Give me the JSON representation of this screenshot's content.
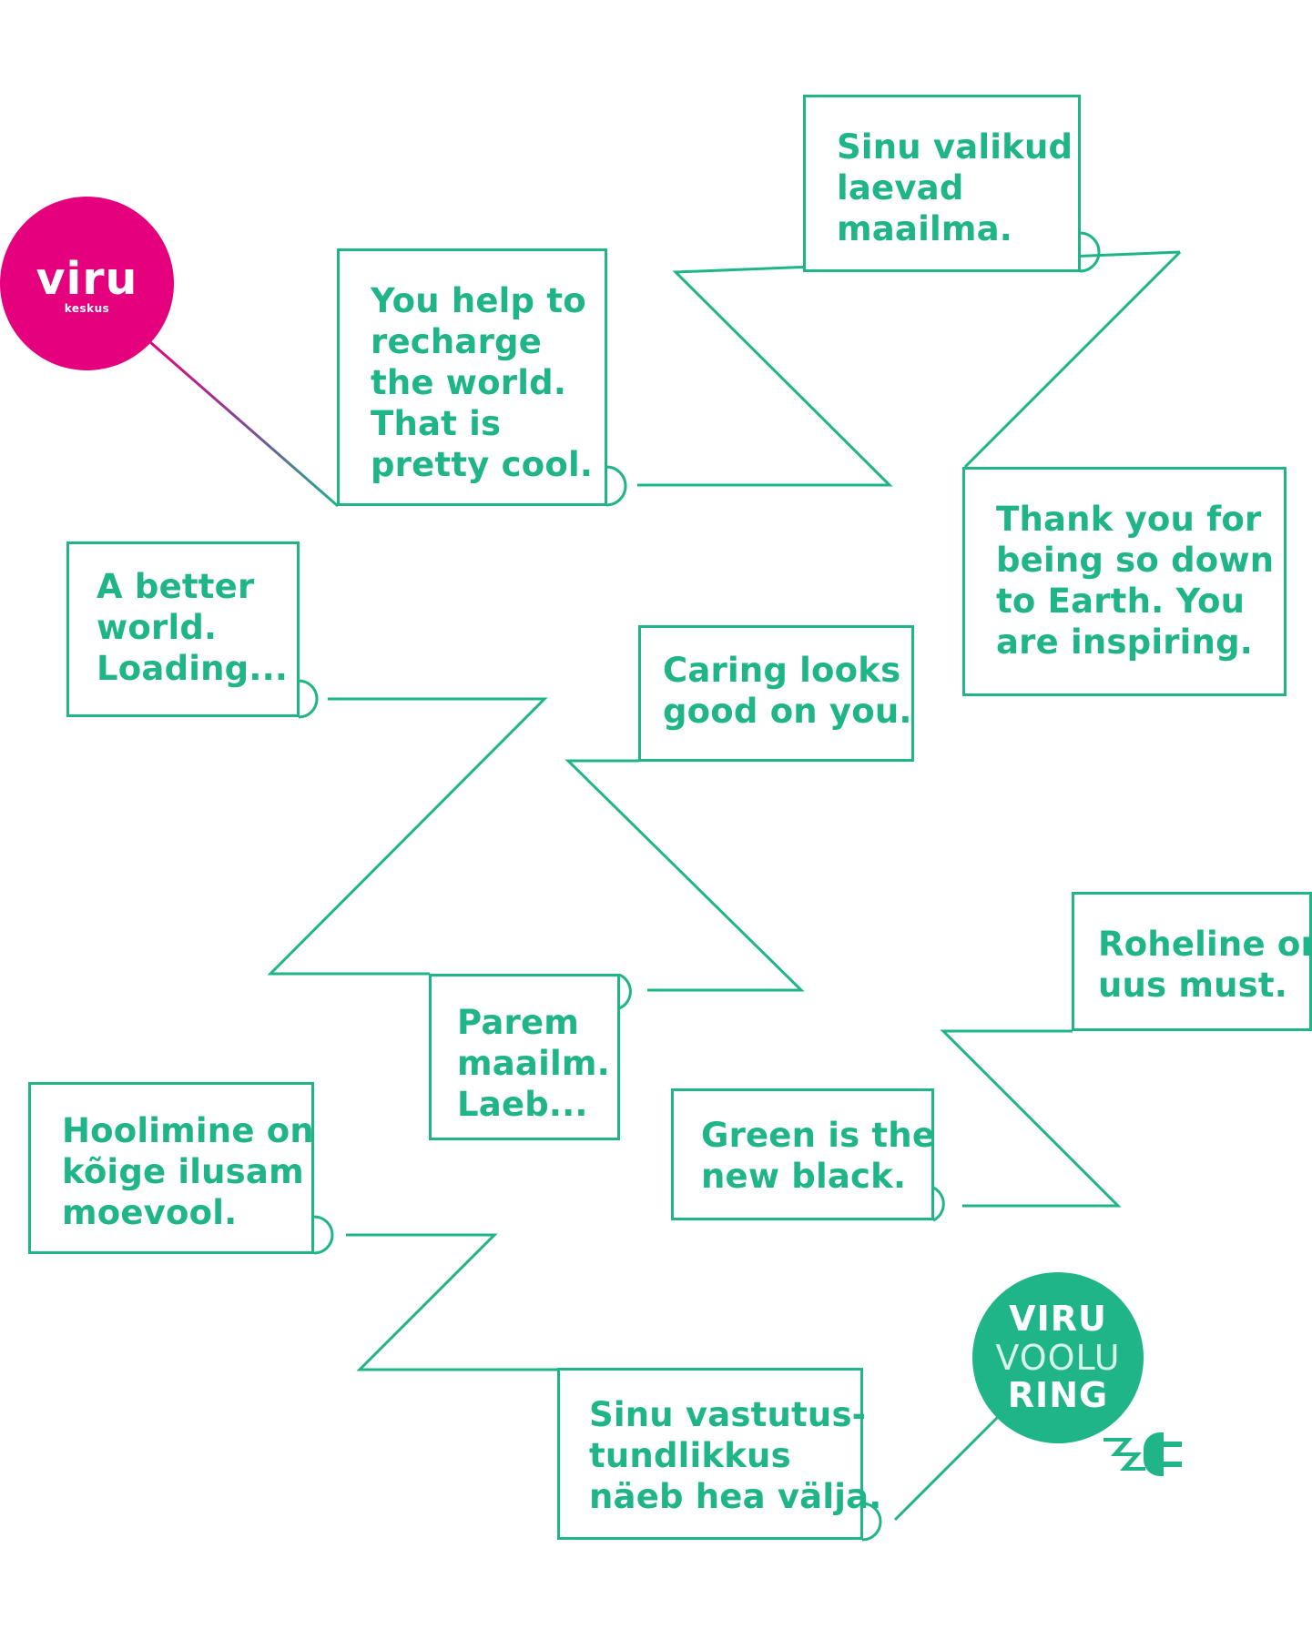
{
  "colors": {
    "accent_green": "#1fb589",
    "brand_magenta": "#e5007e",
    "background": "#ffffff"
  },
  "brand": {
    "viru_keskus": {
      "word": "viru",
      "sub": "keskus",
      "icon": "viru-keskus-logo"
    },
    "viru_voolu_ring": {
      "line1": "VIRU",
      "line2": "VOOLU",
      "line3": "RING",
      "icon": "electric-plug-icon"
    }
  },
  "messages": [
    {
      "id": "recharge",
      "text": "You help to\nrecharge\nthe world.\nThat is\npretty cool."
    },
    {
      "id": "valikud",
      "text": "Sinu valikud\nlaevad\nmaailma."
    },
    {
      "id": "down-to-earth",
      "text": "Thank you for\nbeing so down\nto Earth. You\nare inspiring."
    },
    {
      "id": "better-world",
      "text": "A better\nworld.\nLoading..."
    },
    {
      "id": "caring",
      "text": "Caring looks\ngood on you."
    },
    {
      "id": "parem",
      "text": "Parem\nmaailm.\nLaeb..."
    },
    {
      "id": "roheline",
      "text": "Roheline on\nuus must."
    },
    {
      "id": "green",
      "text": "Green is the\nnew black."
    },
    {
      "id": "hoolimine",
      "text": "Hoolimine on\nkõige ilusam\nmoevool."
    },
    {
      "id": "vastutus",
      "text": "Sinu vastutus-\ntundlikkus\nnäeb hea välja."
    }
  ]
}
